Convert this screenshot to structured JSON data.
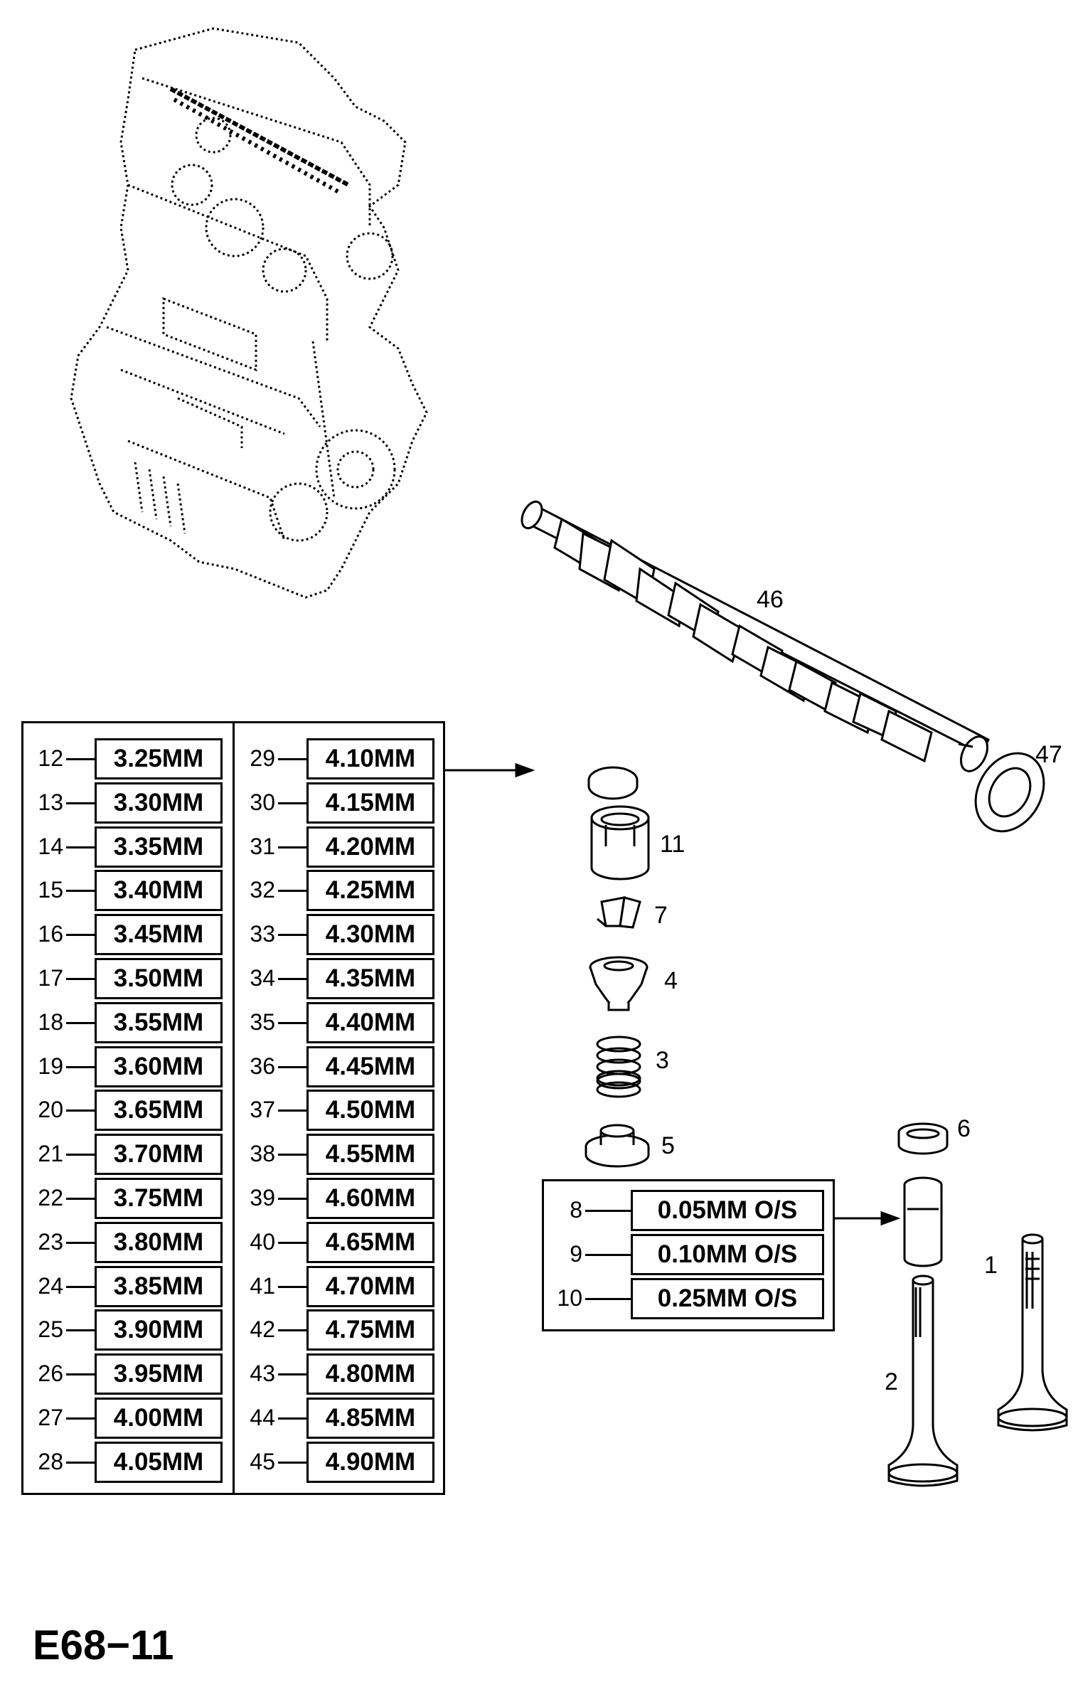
{
  "diagram_code": "E68−11",
  "callouts": {
    "c46": "46",
    "c47": "47",
    "c11": "11",
    "c7": "7",
    "c4": "4",
    "c3": "3",
    "c5": "5",
    "c6": "6",
    "c1": "1",
    "c2": "2"
  },
  "shim_table": {
    "left_column": [
      {
        "num": "12",
        "size": "3.25MM"
      },
      {
        "num": "13",
        "size": "3.30MM"
      },
      {
        "num": "14",
        "size": "3.35MM"
      },
      {
        "num": "15",
        "size": "3.40MM"
      },
      {
        "num": "16",
        "size": "3.45MM"
      },
      {
        "num": "17",
        "size": "3.50MM"
      },
      {
        "num": "18",
        "size": "3.55MM"
      },
      {
        "num": "19",
        "size": "3.60MM"
      },
      {
        "num": "20",
        "size": "3.65MM"
      },
      {
        "num": "21",
        "size": "3.70MM"
      },
      {
        "num": "22",
        "size": "3.75MM"
      },
      {
        "num": "23",
        "size": "3.80MM"
      },
      {
        "num": "24",
        "size": "3.85MM"
      },
      {
        "num": "25",
        "size": "3.90MM"
      },
      {
        "num": "26",
        "size": "3.95MM"
      },
      {
        "num": "27",
        "size": "4.00MM"
      },
      {
        "num": "28",
        "size": "4.05MM"
      }
    ],
    "right_column": [
      {
        "num": "29",
        "size": "4.10MM"
      },
      {
        "num": "30",
        "size": "4.15MM"
      },
      {
        "num": "31",
        "size": "4.20MM"
      },
      {
        "num": "32",
        "size": "4.25MM"
      },
      {
        "num": "33",
        "size": "4.30MM"
      },
      {
        "num": "34",
        "size": "4.35MM"
      },
      {
        "num": "35",
        "size": "4.40MM"
      },
      {
        "num": "36",
        "size": "4.45MM"
      },
      {
        "num": "37",
        "size": "4.50MM"
      },
      {
        "num": "38",
        "size": "4.55MM"
      },
      {
        "num": "39",
        "size": "4.60MM"
      },
      {
        "num": "40",
        "size": "4.65MM"
      },
      {
        "num": "41",
        "size": "4.70MM"
      },
      {
        "num": "42",
        "size": "4.75MM"
      },
      {
        "num": "43",
        "size": "4.80MM"
      },
      {
        "num": "44",
        "size": "4.85MM"
      },
      {
        "num": "45",
        "size": "4.90MM"
      }
    ]
  },
  "oversize_table": [
    {
      "num": "8",
      "size": "0.05MM O/S"
    },
    {
      "num": "9",
      "size": "0.10MM O/S"
    },
    {
      "num": "10",
      "size": "0.25MM O/S"
    }
  ]
}
